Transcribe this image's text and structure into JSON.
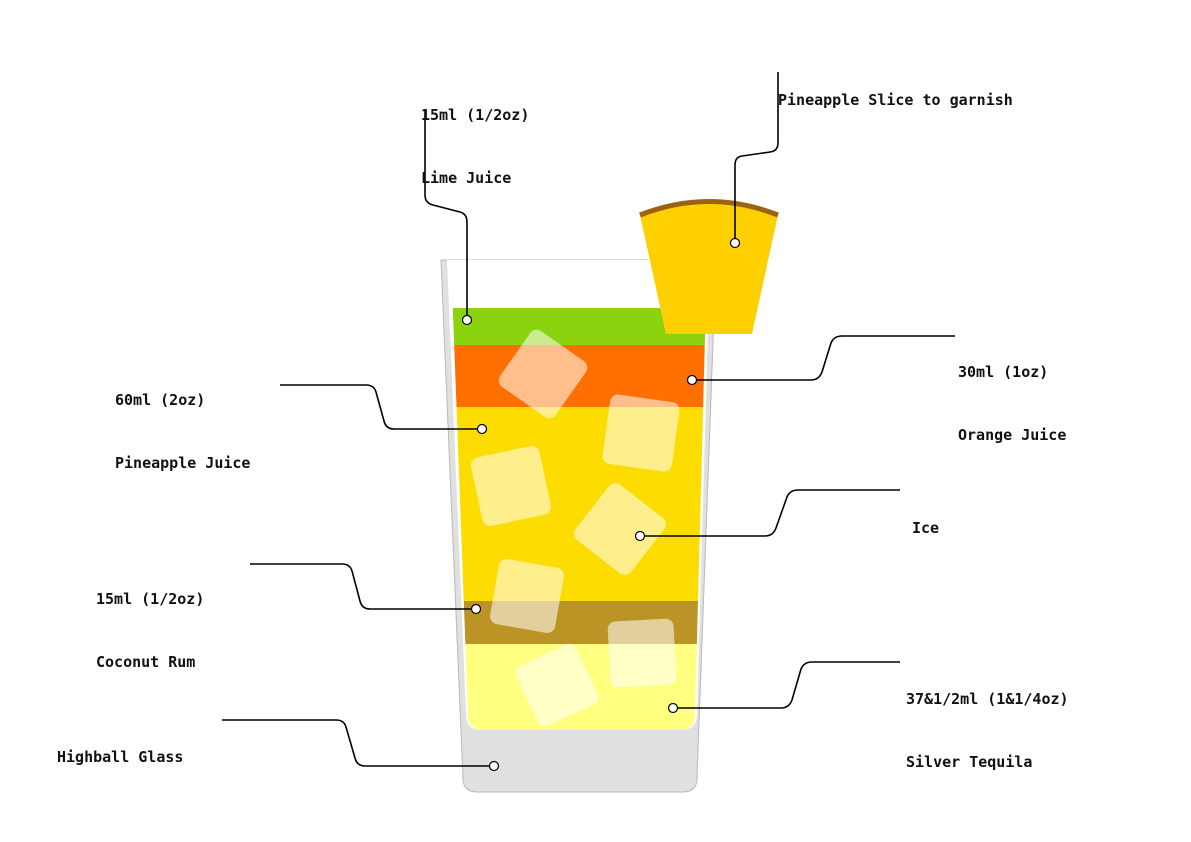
{
  "colors": {
    "lime_juice": "#8cd30f",
    "orange_juice": "#ff6f00",
    "pineapple_juice": "#fddc02",
    "coconut_rum": "#bc9425",
    "silver_tequila": "#ffff80",
    "glass": "#e0e0e0",
    "glass_outline": "#b9b9b9",
    "pineapple_flesh": "#ffd000",
    "pineapple_rind": "#9a6310",
    "ice": "#ffffff"
  },
  "labels": {
    "lime_juice": {
      "line1": "15ml (1/2oz)",
      "line2": "Lime Juice"
    },
    "pineapple_slice": {
      "line1": "Pineapple Slice to garnish"
    },
    "orange_juice": {
      "line1": "30ml (1oz)",
      "line2": "Orange Juice"
    },
    "pineapple_juice": {
      "line1": "60ml (2oz)",
      "line2": "Pineapple Juice"
    },
    "ice": {
      "line1": "Ice"
    },
    "coconut_rum": {
      "line1": "15ml (1/2oz)",
      "line2": "Coconut Rum"
    },
    "silver_tequila": {
      "line1": "37&1/2ml (1&1/4oz)",
      "line2": "Silver Tequila"
    },
    "highball_glass": {
      "line1": "Highball Glass"
    }
  }
}
